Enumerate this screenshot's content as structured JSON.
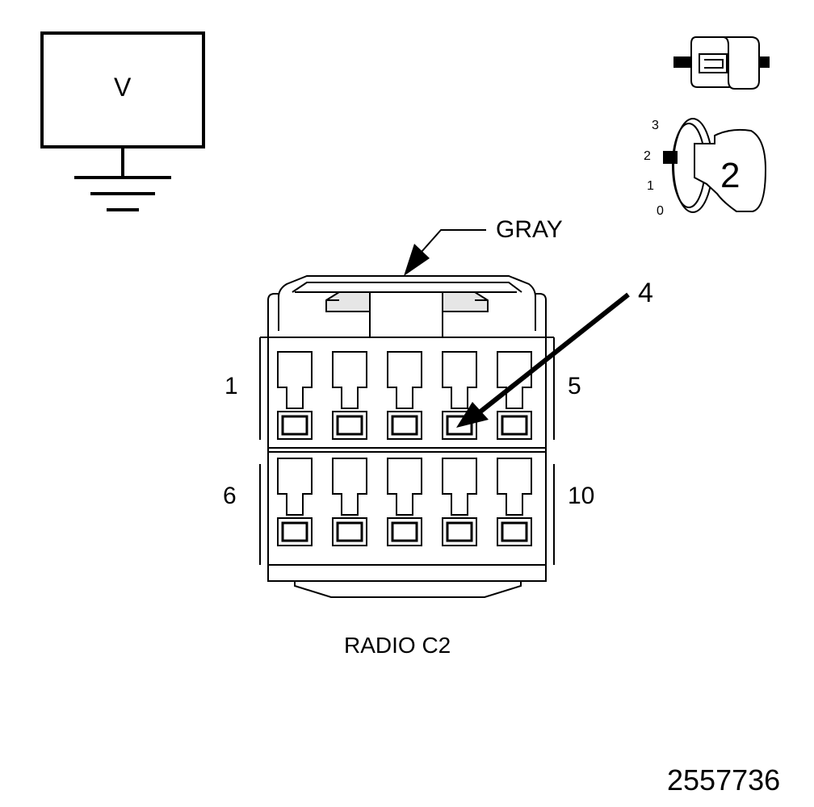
{
  "voltmeter": {
    "label": "V"
  },
  "switch": {
    "positions": [
      "3",
      "2",
      "1",
      "0"
    ],
    "current_position": "2"
  },
  "connector": {
    "color_label": "GRAY",
    "callout_pin": "4",
    "pin_labels": {
      "first_top": "1",
      "last_top": "5",
      "first_bottom": "6",
      "last_bottom": "10"
    },
    "name": "RADIO C2"
  },
  "figure_id": "2557736",
  "colors": {
    "line": "#000000",
    "background": "#ffffff",
    "shading": "#e6e6e6"
  }
}
